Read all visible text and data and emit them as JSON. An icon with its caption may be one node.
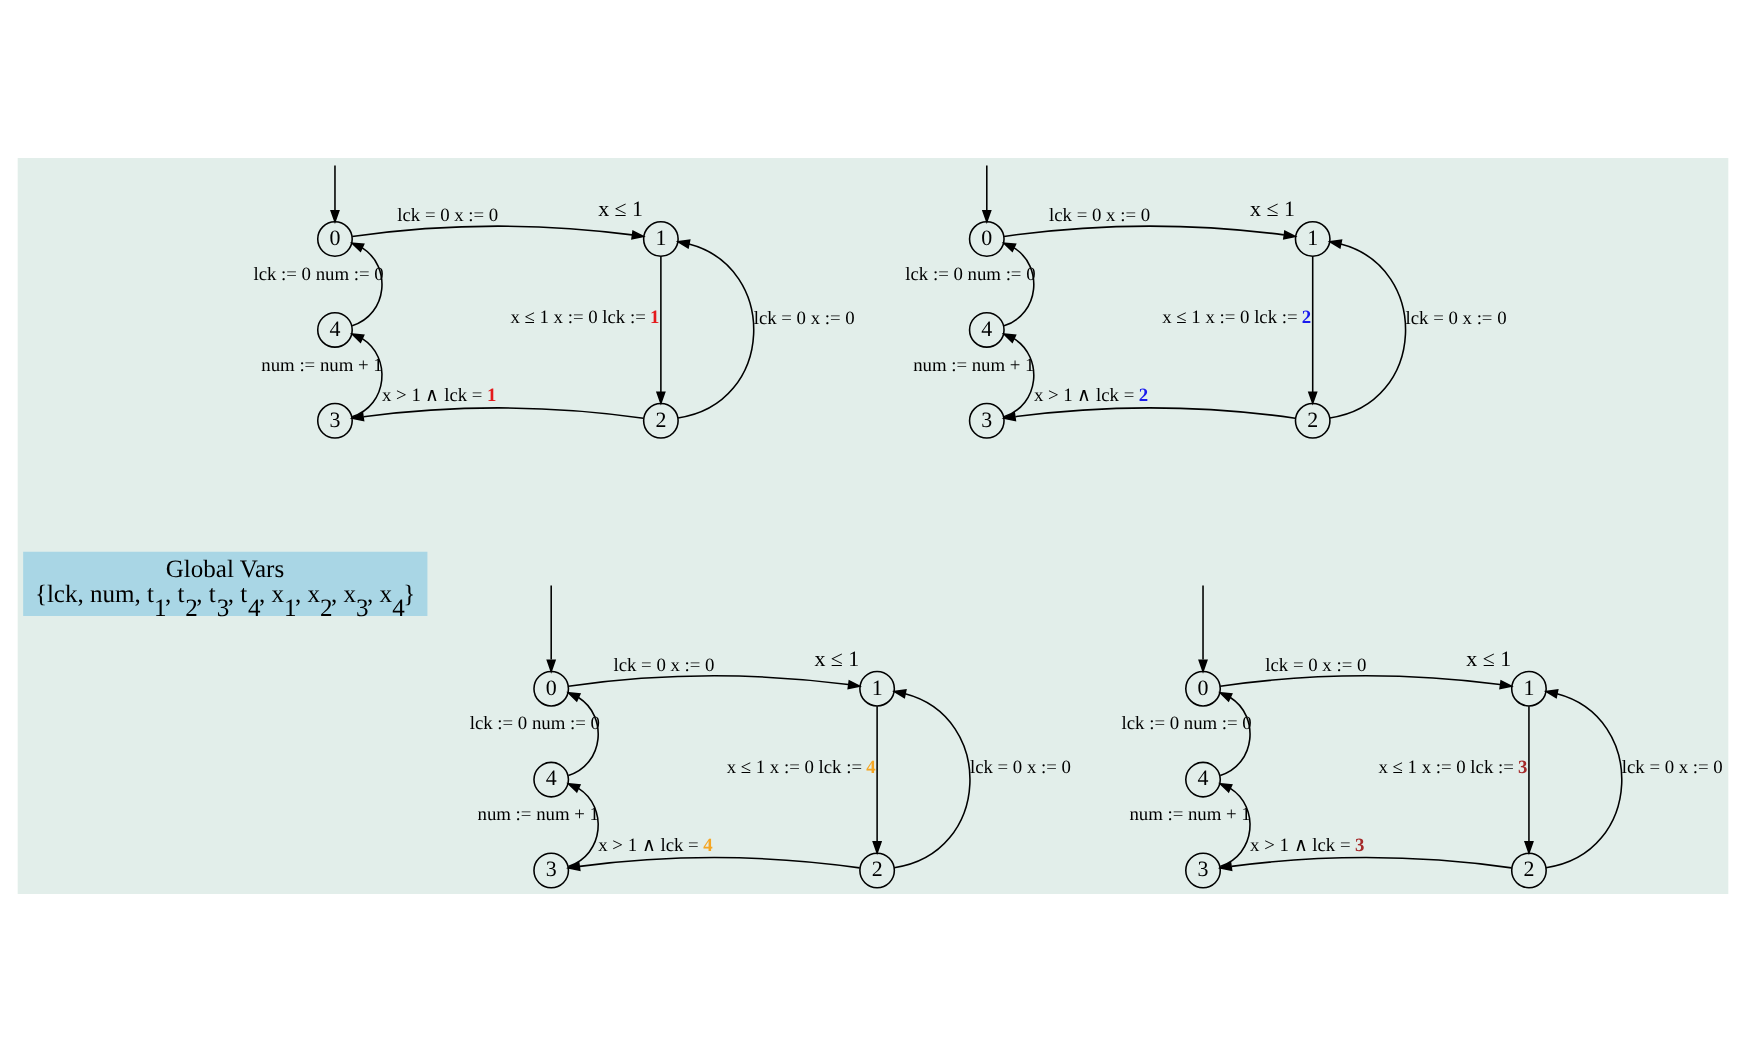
{
  "diagram": {
    "nodes": [
      {
        "text": [
          "0"
        ]
      },
      {
        "text": [
          "1"
        ],
        "beside": [
          "x ≤ 1"
        ]
      },
      {
        "text": [
          "2"
        ]
      },
      {
        "text": [
          "3"
        ]
      },
      {
        "text": [
          "4"
        ]
      },
      {
        "text": [
          "0"
        ]
      },
      {
        "text": [
          "1"
        ],
        "beside": [
          "x ≤ 1"
        ]
      },
      {
        "text": [
          "2"
        ]
      },
      {
        "text": [
          "3"
        ]
      },
      {
        "text": [
          "4"
        ]
      },
      {
        "text": [
          "0"
        ]
      },
      {
        "text": [
          "1"
        ],
        "beside": [
          "x ≤ 1"
        ]
      },
      {
        "text": [
          "2"
        ]
      },
      {
        "text": [
          "3"
        ]
      },
      {
        "text": [
          "4"
        ]
      },
      {
        "text": [
          "0"
        ]
      },
      {
        "text": [
          "1"
        ],
        "beside": [
          "x ≤ 1"
        ]
      },
      {
        "text": [
          "2"
        ]
      },
      {
        "text": [
          "3"
        ]
      },
      {
        "text": [
          "4"
        ]
      },
      {
        "text": [
          "Global Vars",
          "{lck, num, t$_{1}$, t$_{2}$, t$_{3}$, t$_{4}$, x$_{1}$, x$_{2}$, x$_{3}$, x$_{4}$}"
        ]
      }
    ],
    "edges": [
      {
        "from": null,
        "to": 0,
        "arrow": "to"
      },
      {
        "from": 0,
        "to": 1,
        "arrow": "to",
        "label": "lck = 0 x := 0"
      },
      {
        "from": 1,
        "to": 2,
        "arrow": "to",
        "label": "x ≤ 1 x := 0 lck := **1**"
      },
      {
        "from": 2,
        "to": 1,
        "arrow": "to",
        "label": "lck = 0 x := 0"
      },
      {
        "from": 2,
        "to": 3,
        "arrow": "to",
        "label": "x > 1 ∧ lck = **1**"
      },
      {
        "from": 3,
        "to": 4,
        "arrow": "to",
        "label": "num := num + 1"
      },
      {
        "from": 4,
        "to": 0,
        "arrow": "to",
        "label": "lck := 0 num := 0"
      },
      {
        "from": null,
        "to": 5,
        "arrow": "to"
      },
      {
        "from": 5,
        "to": 6,
        "arrow": "to",
        "label": "lck = 0 x := 0"
      },
      {
        "from": 6,
        "to": 7,
        "arrow": "to",
        "label": "x ≤ 1 x := 0 lck := **2**"
      },
      {
        "from": 7,
        "to": 6,
        "arrow": "to",
        "label": "lck = 0 x := 0"
      },
      {
        "from": 7,
        "to": 8,
        "arrow": "to",
        "label": "x > 1 ∧ lck = **2**"
      },
      {
        "from": 8,
        "to": 9,
        "arrow": "to",
        "label": "num := num + 1"
      },
      {
        "from": 9,
        "to": 5,
        "arrow": "to",
        "label": "lck := 0 num := 0"
      },
      {
        "from": null,
        "to": 10,
        "arrow": "to"
      },
      {
        "from": 10,
        "to": 11,
        "arrow": "to",
        "label": "lck = 0 x := 0"
      },
      {
        "from": 11,
        "to": 12,
        "arrow": "to",
        "label": "x ≤ 1 x := 0 lck := **4**"
      },
      {
        "from": 12,
        "to": 11,
        "arrow": "to",
        "label": "lck = 0 x := 0"
      },
      {
        "from": 12,
        "to": 13,
        "arrow": "to",
        "label": "x > 1 ∧ lck = **4**"
      },
      {
        "from": 13,
        "to": 14,
        "arrow": "to",
        "label": "num := num + 1"
      },
      {
        "from": 14,
        "to": 10,
        "arrow": "to",
        "label": "lck := 0 num := 0"
      },
      {
        "from": null,
        "to": 15,
        "arrow": "to"
      },
      {
        "from": 15,
        "to": 16,
        "arrow": "to",
        "label": "lck = 0 x := 0"
      },
      {
        "from": 16,
        "to": 17,
        "arrow": "to",
        "label": "x ≤ 1 x := 0 lck := **3**"
      },
      {
        "from": 17,
        "to": 16,
        "arrow": "to",
        "label": "lck = 0 x := 0"
      },
      {
        "from": 17,
        "to": 18,
        "arrow": "to",
        "label": "x > 1 ∧ lck = **3**"
      },
      {
        "from": 18,
        "to": 19,
        "arrow": "to",
        "label": "num := num + 1"
      },
      {
        "from": 19,
        "to": 15,
        "arrow": "to",
        "label": "lck := 0 num := 0"
      }
    ]
  }
}
